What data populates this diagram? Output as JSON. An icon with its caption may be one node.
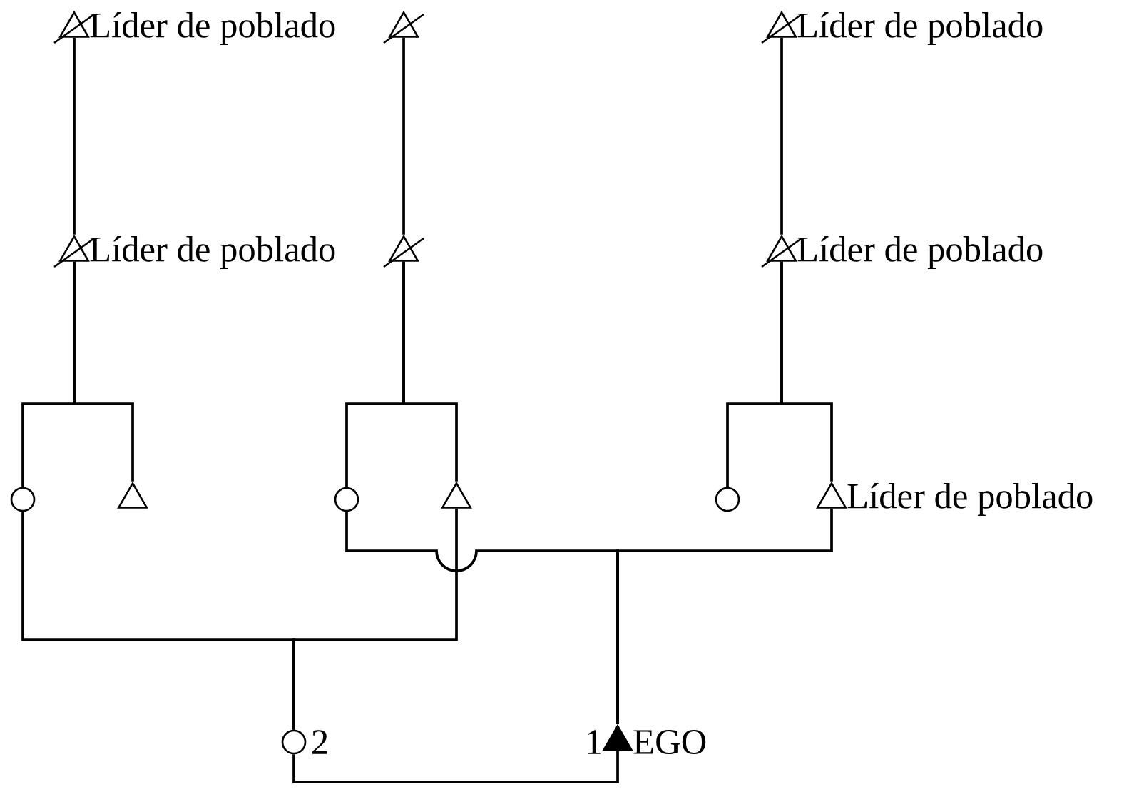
{
  "diagram": {
    "nodes": [
      {
        "text": [],
        "shape": "crossed-triangle",
        "beside": [
          "Líder de poblado"
        ]
      },
      {
        "text": [],
        "shape": "crossed-triangle"
      },
      {
        "text": [],
        "shape": "crossed-triangle",
        "beside": [
          "Líder de poblado"
        ]
      },
      {
        "text": [],
        "shape": "crossed-triangle"
      },
      {
        "text": [],
        "shape": "crossed-triangle",
        "beside": [
          "Líder de poblado"
        ]
      },
      {
        "text": [],
        "shape": "crossed-triangle",
        "beside": [
          "Líder de poblado"
        ]
      },
      {
        "text": [],
        "shape": "circle"
      },
      {
        "text": [],
        "shape": "triangle"
      },
      {
        "text": [],
        "shape": "circle"
      },
      {
        "text": [],
        "shape": "triangle"
      },
      {
        "text": [],
        "shape": "circle"
      },
      {
        "text": [],
        "shape": "triangle",
        "beside": [
          "Líder de poblado"
        ]
      },
      {
        "text": [],
        "shape": "circle",
        "beside": [
          "2"
        ]
      },
      {
        "text": [],
        "shape": "filled-triangle",
        "beside": [
          "1",
          "EGO"
        ]
      }
    ],
    "edges": [
      {
        "from": 0,
        "to": 2,
        "arrow": "none"
      },
      {
        "from": 1,
        "to": 3,
        "arrow": "none"
      },
      {
        "from": 4,
        "to": 5,
        "arrow": "none"
      },
      {
        "from": 2,
        "to": 6,
        "arrow": "none"
      },
      {
        "from": 2,
        "to": 7,
        "arrow": "none"
      },
      {
        "from": 3,
        "to": 8,
        "arrow": "none"
      },
      {
        "from": 3,
        "to": 9,
        "arrow": "none"
      },
      {
        "from": 5,
        "to": 10,
        "arrow": "none"
      },
      {
        "from": 5,
        "to": 11,
        "arrow": "none"
      },
      {
        "from": 6,
        "to": 12,
        "arrow": "none"
      },
      {
        "from": 9,
        "to": 12,
        "arrow": "none"
      },
      {
        "from": 8,
        "to": 13,
        "arrow": "none"
      },
      {
        "from": 11,
        "to": 13,
        "arrow": "none"
      },
      {
        "from": 12,
        "to": 13,
        "arrow": "none"
      }
    ]
  }
}
